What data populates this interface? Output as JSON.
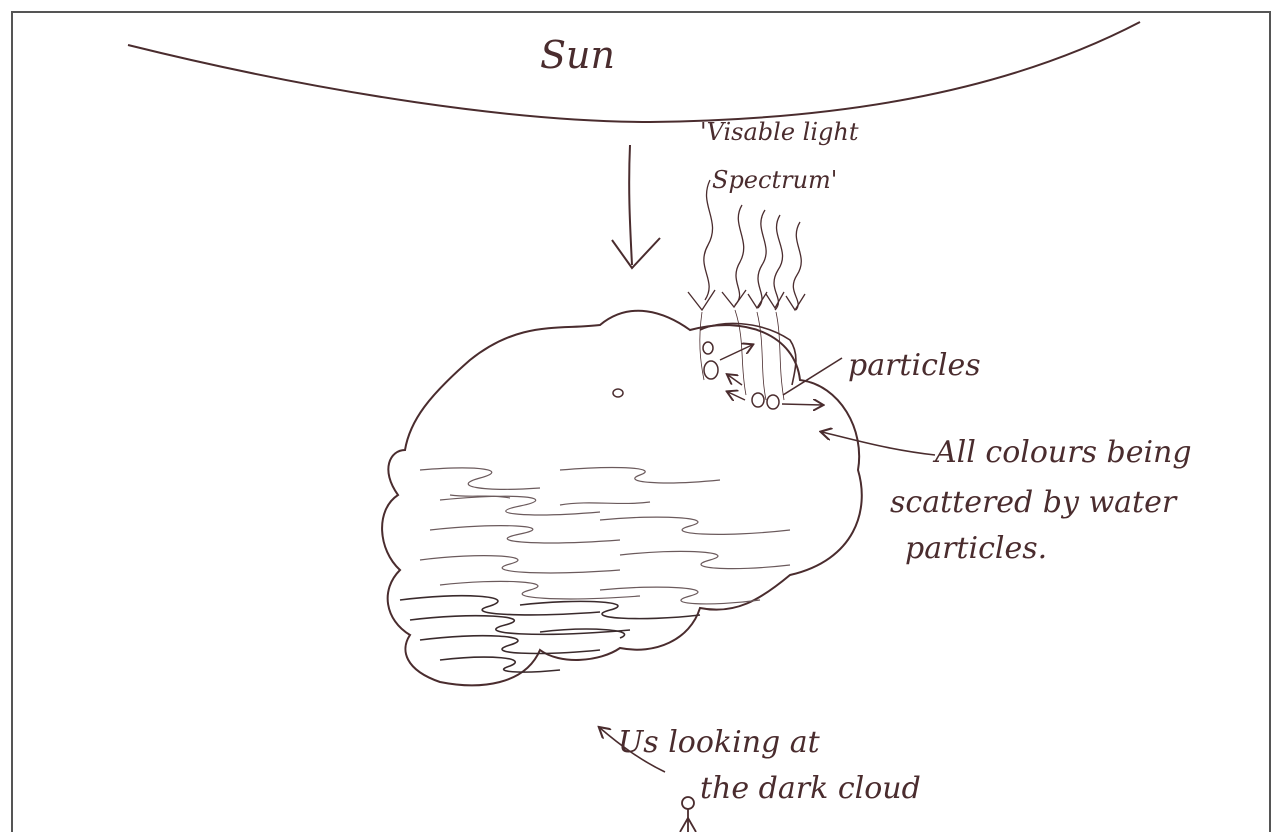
{
  "colors": {
    "ink": "#4a2c2e",
    "frame": "#555555",
    "shading": "#6b5a5c",
    "paper": "#ffffff"
  },
  "labels": {
    "sun": "Sun",
    "spectrum_line1": "'Visable light",
    "spectrum_line2": "Spectrum'",
    "particles": "particles",
    "scatter_line1": "All colours being",
    "scatter_line2": "scattered by water",
    "scatter_line3": "particles.",
    "observer_line1": "Us looking at",
    "observer_line2": "the dark cloud"
  }
}
